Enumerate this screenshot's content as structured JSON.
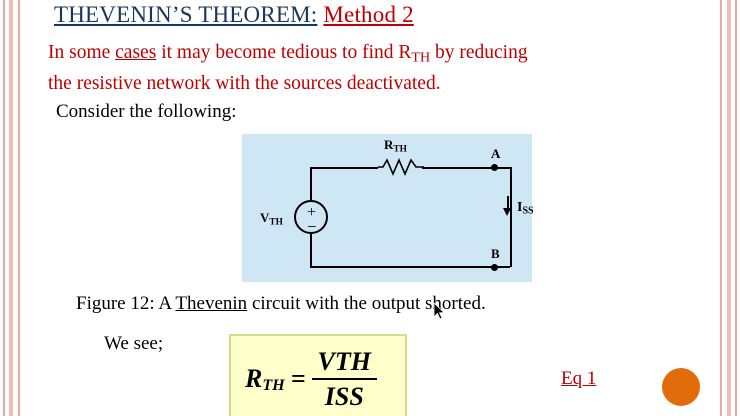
{
  "slide": {
    "title_main": "THEVENIN’S THEOREM:",
    "title_sub": "Method 2",
    "paragraph_line1_a": "In some ",
    "paragraph_line1_b": "cases",
    "paragraph_line1_c": " it may become tedious to find R",
    "paragraph_line1_sub": "TH",
    "paragraph_line1_d": " by reducing",
    "paragraph_line2": "the resistive network with the sources deactivated.",
    "consider": "Consider the following:",
    "caption_a": "Figure 12: A ",
    "caption_b": "Thevenin",
    "caption_c": " circuit with the output shorted.",
    "we_see": "We see;",
    "eq_label": "Eq 1"
  },
  "figure": {
    "resistor_label": "R",
    "resistor_sub": "TH",
    "node_a": "A",
    "node_b": "B",
    "source_label": "V",
    "source_sub": "TH",
    "source_plus": "+",
    "source_minus": "−",
    "current_label": "I",
    "current_sub": "SS"
  },
  "equation": {
    "lhs": "R",
    "lhs_sub": "TH",
    "equals": "=",
    "numerator": "V",
    "numerator_sub": "TH",
    "denominator": "I",
    "denominator_sub": "SS"
  },
  "colors": {
    "title_blue": "#17375E",
    "accent_red": "#C00000",
    "figure_bg": "#CFE7F5",
    "equation_bg": "#FFFFCC",
    "bullet_orange": "#E36C0A",
    "border_pink": "#E8A9A2"
  }
}
